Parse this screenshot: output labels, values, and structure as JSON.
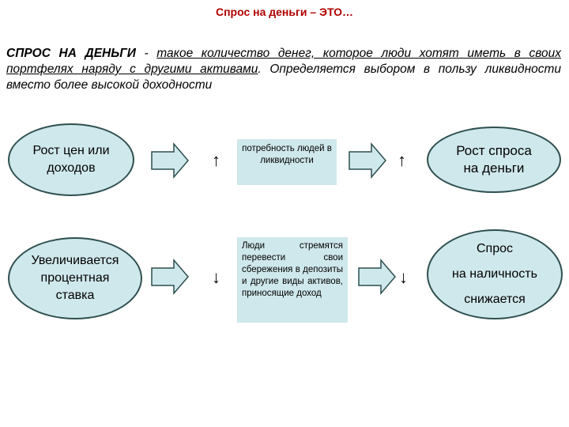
{
  "title": "Спрос на деньги – ЭТО…",
  "definition": {
    "term": "СПРОС НА ДЕНЬГИ",
    "dash": " - ",
    "underlined_part": "такое количество денег, которое люди хотят иметь в своих портфелях наряду с другими активами",
    "rest": ". Определяется выбором в пользу ликвидности вместо более высокой доходности"
  },
  "row1": {
    "cause": "Рост цен или доходов",
    "arrow1_symbol": "↑",
    "middle": "потребность людей в ликвидности",
    "arrow2_symbol": "↑",
    "result": "Рост спроса на деньги"
  },
  "row2": {
    "cause": "Увеличивается процентная ставка",
    "arrow1_symbol": "↓",
    "middle": "Люди стремятся перевести свои сбережения в депозиты и другие виды активов, приносящие доход",
    "arrow2_symbol": "↓",
    "result_line1": "Спрос",
    "result_line2": "на наличность",
    "result_line3": "снижается"
  },
  "colors": {
    "fill": "#cfe8eb",
    "title": "#b00000",
    "outline": "#2f4f4f"
  }
}
